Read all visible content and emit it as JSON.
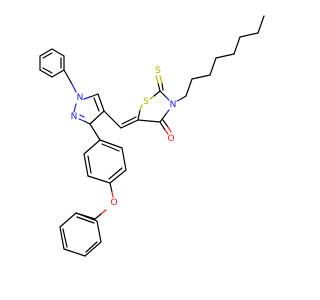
{
  "atoms": {
    "n1": "N",
    "n2": "N",
    "n3": "N",
    "o_ether": "O",
    "o_carbonyl": "O",
    "s_ring": "S",
    "s_thione": "S"
  },
  "colors": {
    "bond": "#000000",
    "nitrogen": "#1a1aff",
    "oxygen": "#ff1a1a",
    "sulfur": "#b3b300",
    "background": "#ffffff"
  }
}
